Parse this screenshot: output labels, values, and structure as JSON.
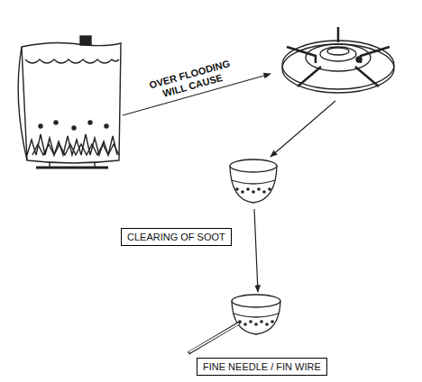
{
  "diagram": {
    "nodes": [
      {
        "text": [
          "CLEARING OF SOOT"
        ]
      },
      {
        "text": [
          "FINE NEEDLE / FIN WIRE"
        ]
      }
    ],
    "labels": [
      "OVER FLOODING WILL CAUSE"
    ]
  }
}
